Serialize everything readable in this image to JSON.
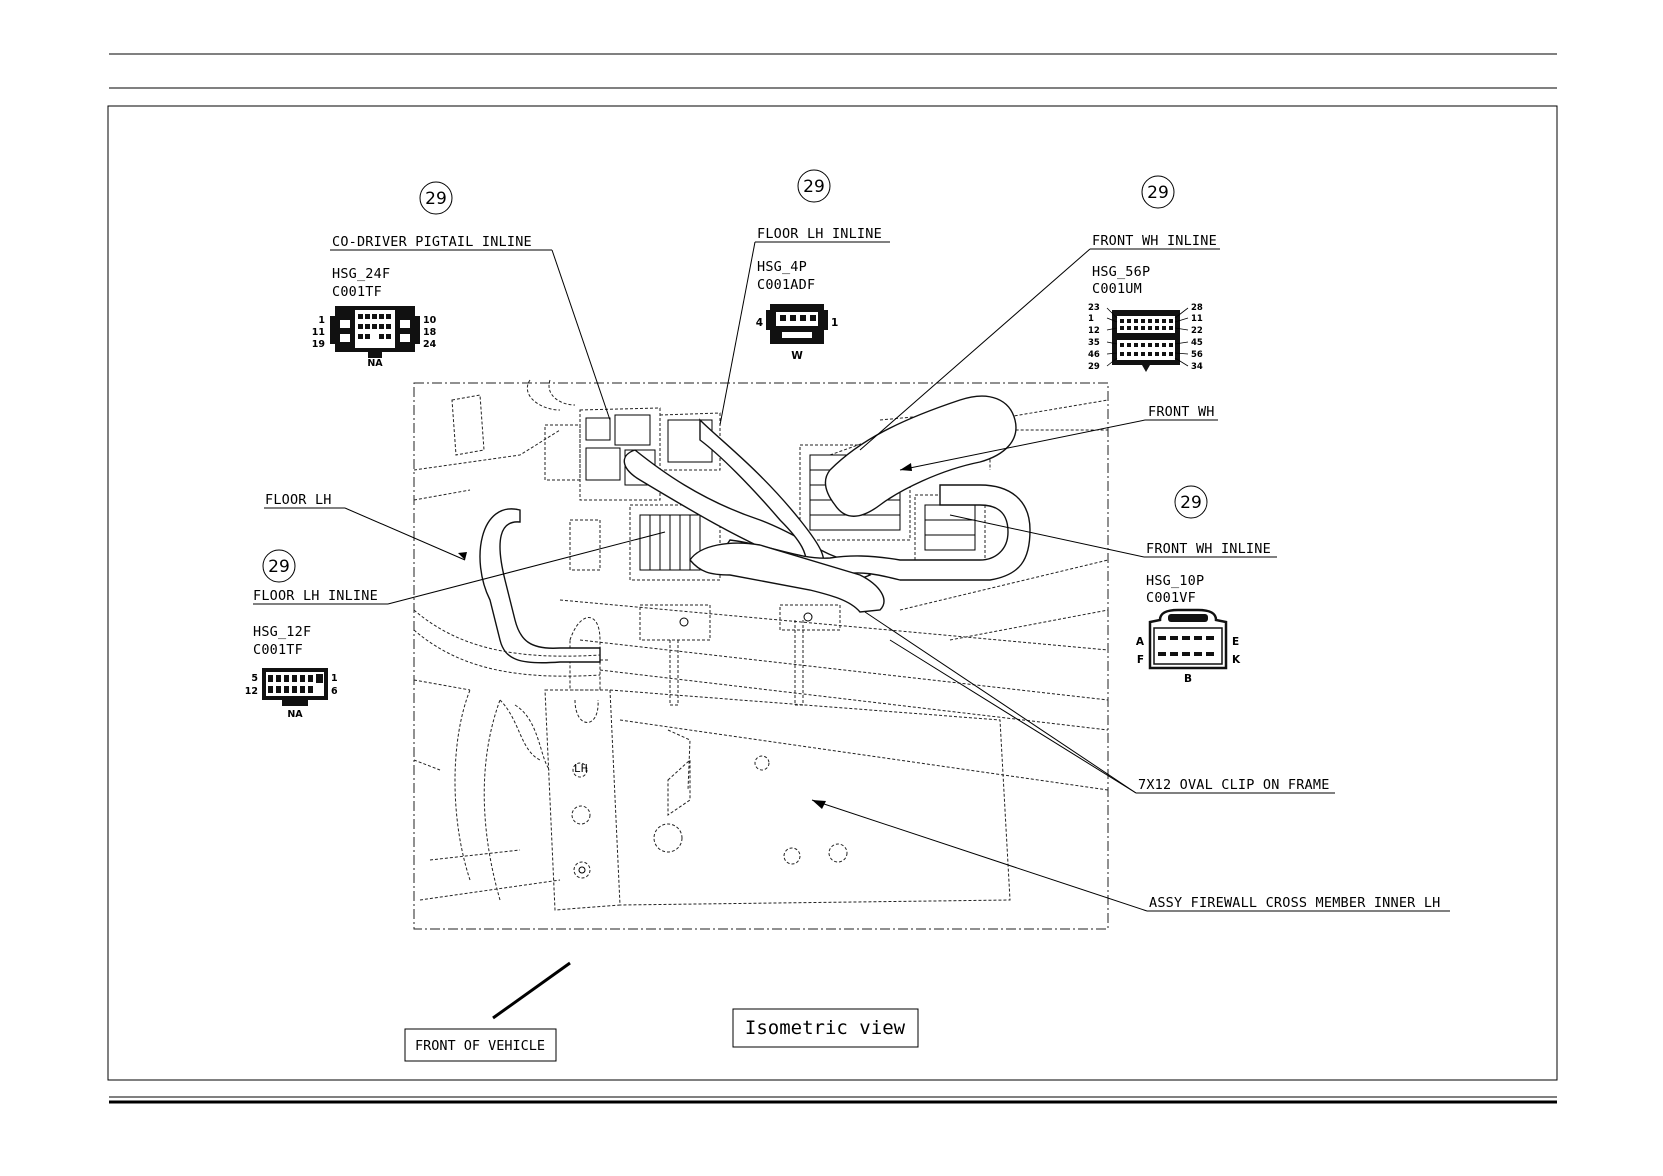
{
  "view_label": "Isometric view",
  "front_label": "FRONT OF VEHICLE",
  "callouts": {
    "co_driver_pigtail": "CO-DRIVER PIGTAIL INLINE",
    "floor_lh_inline_top": "FLOOR LH INLINE",
    "front_wh_inline_top": "FRONT WH INLINE",
    "front_wh": "FRONT WH",
    "floor_lh": "FLOOR LH",
    "floor_lh_inline_left": "FLOOR LH INLINE",
    "front_wh_inline_right": "FRONT WH INLINE",
    "oval_clip": "7X12 OVAL CLIP ON FRAME",
    "firewall": "ASSY FIREWALL CROSS MEMBER INNER LH",
    "lh_mark": "LH"
  },
  "badges": [
    "29",
    "29",
    "29",
    "29",
    "29"
  ],
  "connectors": {
    "c24": {
      "housing": "HSG_24F",
      "code": "C001TF",
      "pins_left": [
        "1",
        "11",
        "19"
      ],
      "pins_right": [
        "10",
        "18",
        "24"
      ],
      "bottom": "NA"
    },
    "c4": {
      "housing": "HSG_4P",
      "code": "C001ADF",
      "pin_left": "4",
      "pin_right": "1",
      "bottom": "W"
    },
    "c56": {
      "housing": "HSG_56P",
      "code": "C001UM",
      "pins_left": [
        "23",
        "1",
        "12",
        "35",
        "46",
        "29"
      ],
      "pins_right": [
        "28",
        "11",
        "22",
        "45",
        "56",
        "34"
      ]
    },
    "c12": {
      "housing": "HSG_12F",
      "code": "C001TF",
      "pins_left": [
        "5",
        "12"
      ],
      "pins_right": [
        "1",
        "6"
      ],
      "bottom": "NA"
    },
    "c10": {
      "housing": "HSG_10P",
      "code": "C001VF",
      "pins_left": [
        "A",
        "F"
      ],
      "pins_right": [
        "E",
        "K"
      ],
      "bottom": "B"
    }
  }
}
